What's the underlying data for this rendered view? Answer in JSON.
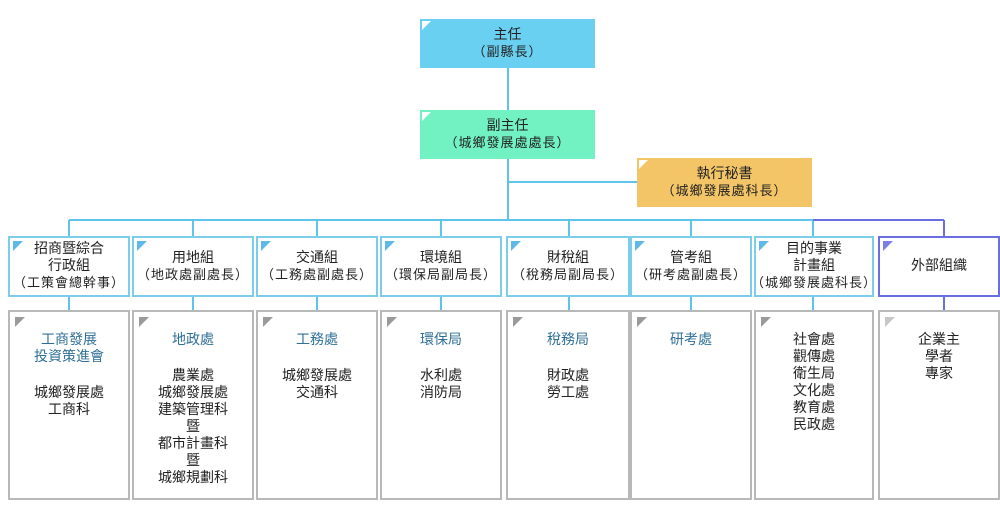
{
  "director": {
    "title": "主任",
    "subtitle": "（副縣長）"
  },
  "deputy_director": {
    "title": "副主任",
    "subtitle": "（城鄉發展處處長）"
  },
  "executive_secretary": {
    "title": "執行秘書",
    "subtitle": "（城鄉發展處科長）"
  },
  "groups": [
    {
      "lines": [
        "招商暨綜合",
        "行政組"
      ],
      "subtitle": "（工策會總幹事）",
      "units": {
        "lead": [
          "工商發展",
          "投資策進會"
        ],
        "members": [
          "城鄉發展處",
          "工商科"
        ]
      }
    },
    {
      "lines": [
        "用地組"
      ],
      "subtitle": "（地政處副處長）",
      "units": {
        "lead": [
          "地政處"
        ],
        "members": [
          "農業處",
          "城鄉發展處",
          "建築管理科",
          "暨",
          "都市計畫科",
          "暨",
          "城鄉規劃科"
        ]
      }
    },
    {
      "lines": [
        "交通組"
      ],
      "subtitle": "（工務處副處長）",
      "units": {
        "lead": [
          "工務處"
        ],
        "members": [
          "城鄉發展處",
          "交通科"
        ]
      }
    },
    {
      "lines": [
        "環境組"
      ],
      "subtitle": "（環保局副局長）",
      "units": {
        "lead": [
          "環保局"
        ],
        "members": [
          "水利處",
          "消防局"
        ]
      }
    },
    {
      "lines": [
        "財稅組"
      ],
      "subtitle": "（稅務局副局長）",
      "units": {
        "lead": [
          "稅務局"
        ],
        "members": [
          "財政處",
          "勞工處"
        ]
      }
    },
    {
      "lines": [
        "管考組"
      ],
      "subtitle": "（研考處副處長）",
      "units": {
        "lead": [
          "研考處"
        ],
        "members": []
      }
    },
    {
      "lines": [
        "目的事業",
        "計畫組"
      ],
      "subtitle": "（城鄉發展處科長）",
      "units": {
        "lead": [],
        "members": [
          "社會處",
          "觀傳處",
          "衛生局",
          "文化處",
          "教育處",
          "民政處"
        ]
      }
    },
    {
      "lines": [
        "外部組織"
      ],
      "subtitle": "",
      "units": {
        "lead": [],
        "members": [
          "企業主",
          "學者",
          "專家"
        ]
      }
    }
  ],
  "colors": {
    "director_fill": "#6ad0f2",
    "deputy_fill": "#72f2c2",
    "secretary_fill": "#f3c567",
    "group_border": "#7bcdea",
    "external_border": "#6b6ee0",
    "unit_border": "#b8b8b8",
    "connector": "#5fc4ea",
    "external_connector": "#6b6ee0",
    "lead_text": "#2f6f97"
  }
}
